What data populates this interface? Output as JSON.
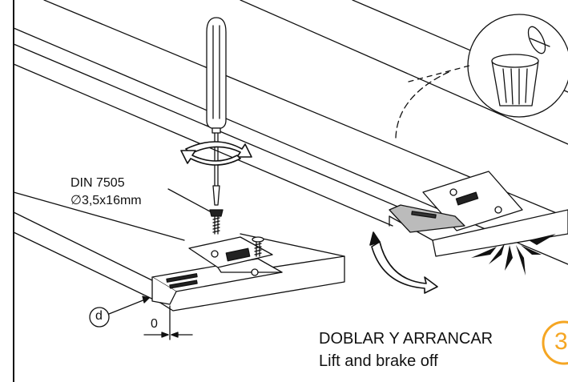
{
  "screw": {
    "standard": "DIN 7505",
    "size": "∅3,5x16mm"
  },
  "dimensions": {
    "d_label": "d",
    "zero_label": "0"
  },
  "step": {
    "number": "3",
    "title_es": "DOBLAR Y ARRANCAR",
    "title_en": "Lift and brake off",
    "accent_color": "#f5a623"
  },
  "icons": [
    "screwdriver-icon",
    "rotation-arrow-icon",
    "waste-bin-icon",
    "break-off-arrow-icon"
  ]
}
